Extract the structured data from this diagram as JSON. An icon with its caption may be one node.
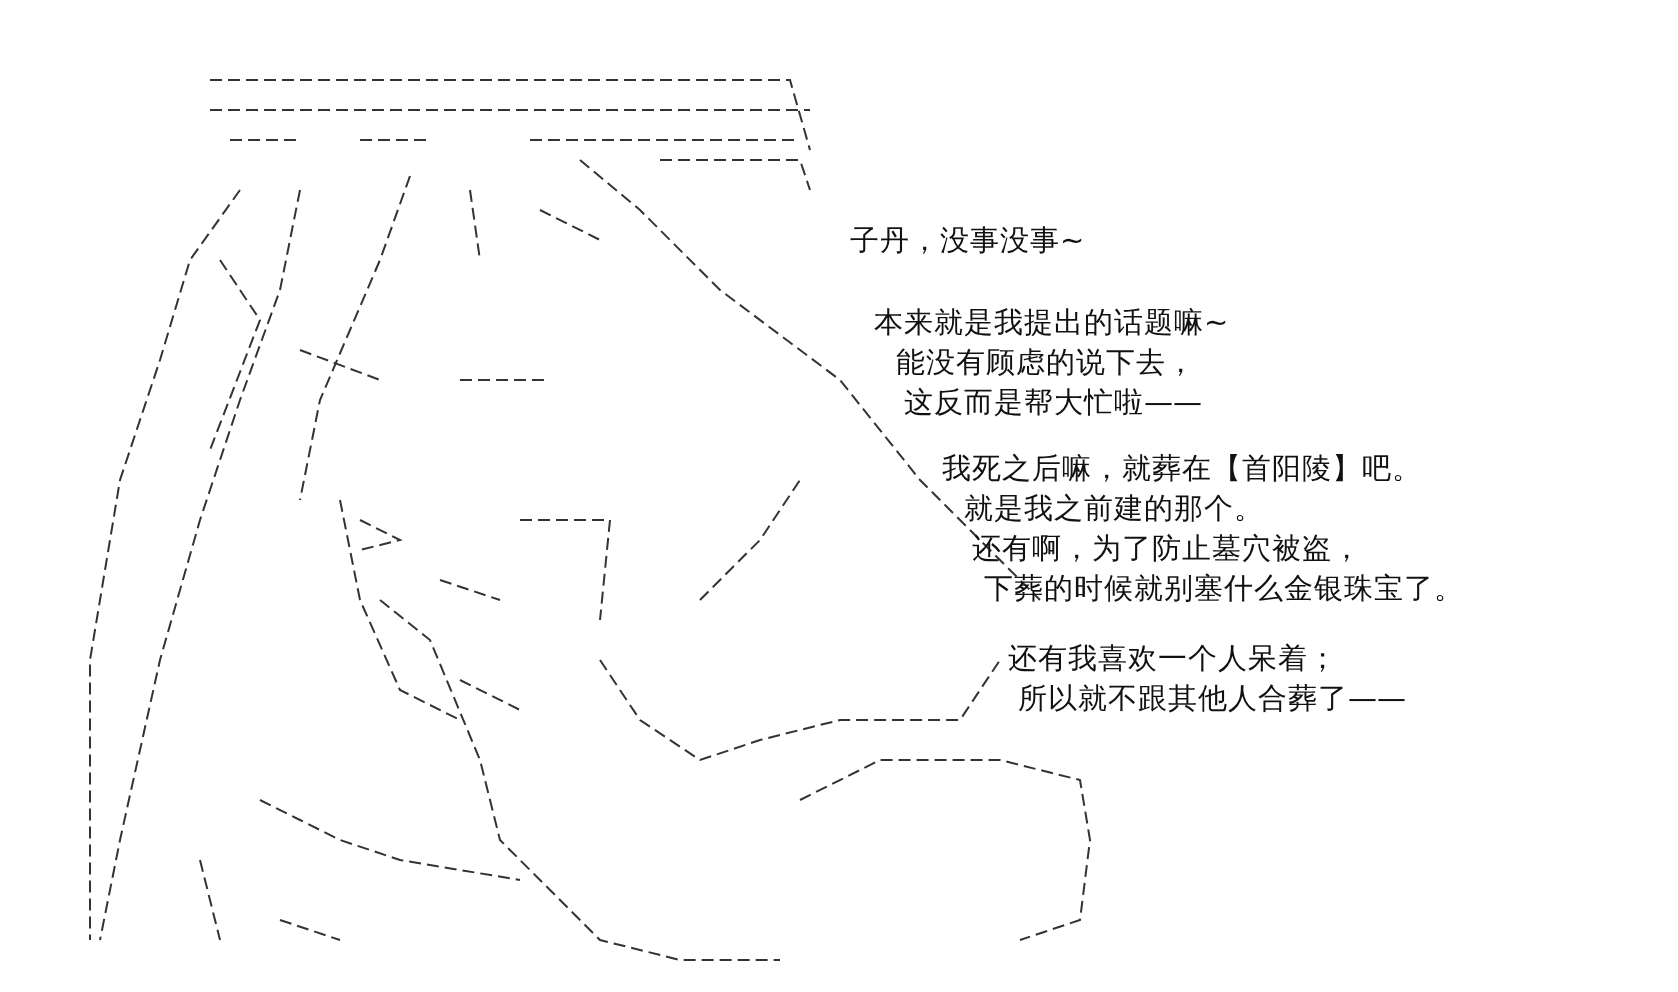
{
  "diagram": {
    "labels": [
      "子丹，没事没事~",
      "本来就是我提出的话题嘛~",
      "能没有顾虑的说下去，",
      "这反而是帮大忙啦——",
      "我死之后嘛，就葬在【首阳陵】吧。",
      "就是我之前建的那个。",
      "还有啊，为了防止墓穴被盗，",
      "下葬的时候就别塞什么金银珠宝了。",
      "还有我喜欢一个人呆着；",
      "所以就不跟其他人合葬了——"
    ]
  }
}
